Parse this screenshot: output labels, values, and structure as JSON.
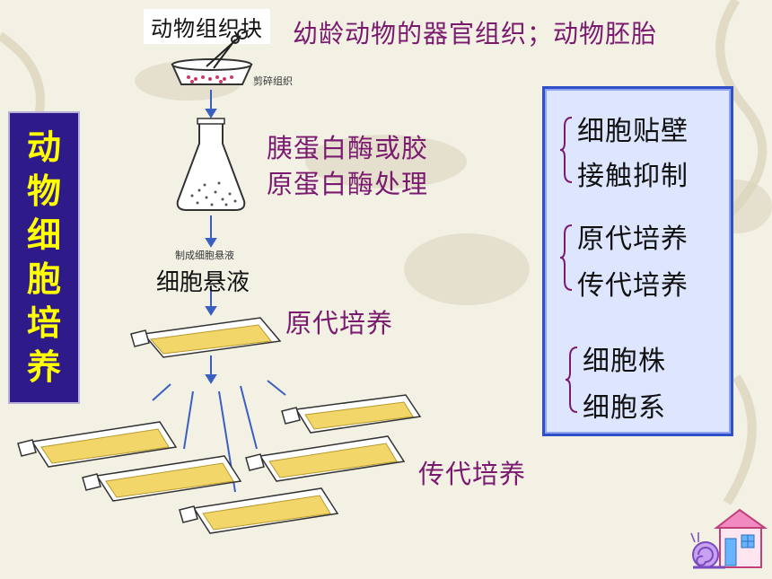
{
  "top": {
    "source_label": "动物组织块",
    "title": "幼龄动物的器官组织；动物胚胎",
    "mince_label": "剪碎组织"
  },
  "side_title": [
    "动",
    "物",
    "细",
    "胞",
    "培",
    "养"
  ],
  "flow": {
    "enzyme_line1": "胰蛋白酶或胶",
    "enzyme_line2": "原蛋白酶处理",
    "flask_caption": "制成细胞悬液",
    "suspension": "细胞悬液",
    "primary_culture": "原代培养",
    "subculture": "传代培养"
  },
  "panel": {
    "groups": [
      [
        "细胞贴壁",
        "接触抑制"
      ],
      [
        "原代培养",
        "传代培养"
      ],
      [
        "细胞株",
        "细胞系"
      ]
    ]
  },
  "colors": {
    "title_purple": "#7a1a6e",
    "side_bar": "#2f1a8a",
    "side_text": "#ffff00",
    "panel_bg": "#dde5ff",
    "panel_border": "#2f50c8"
  }
}
